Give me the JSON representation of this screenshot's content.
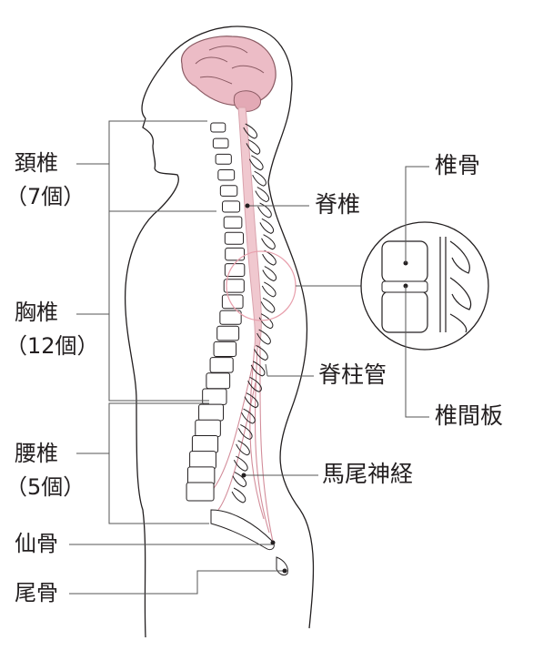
{
  "labels": {
    "cervical": "頚椎",
    "cervical_count": "（7個）",
    "thoracic": "胸椎",
    "thoracic_count": "（12個）",
    "lumbar": "腰椎",
    "lumbar_count": "（5個）",
    "sacrum": "仙骨",
    "coccyx": "尾骨",
    "spinal_cord": "脊椎",
    "spinal_canal": "脊柱管",
    "cauda_equina": "馬尾神経",
    "vertebra": "椎骨",
    "intervertebral_disc": "椎間板"
  },
  "colors": {
    "outline": "#231f20",
    "nerve_fill": "#f0c8cf",
    "nerve_stroke": "#d9a3ad",
    "brain_fill": "#ecbcc6",
    "highlight_circle": "#e8a0ad",
    "leader_line": "#555555"
  }
}
